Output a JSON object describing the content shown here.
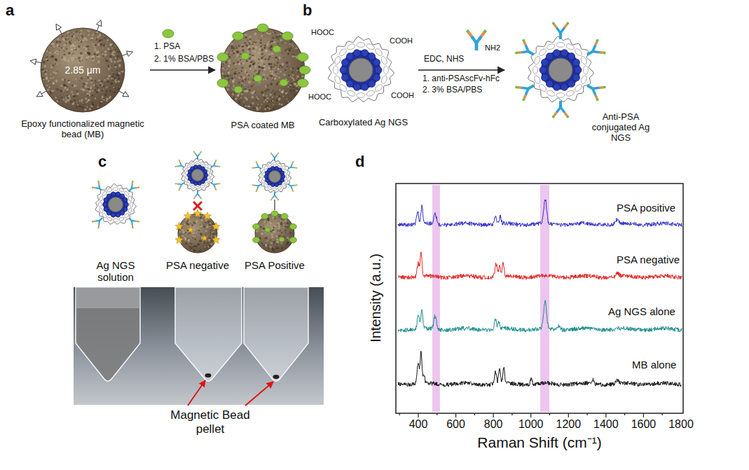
{
  "diagram": {
    "nodes": [
      {
        "text": [
          "2.85 μm",
          "Epoxy functionalized magnetic bead (MB)"
        ]
      },
      {
        "text": [
          "PSA coated MB"
        ]
      },
      {
        "text": [
          "Carboxylated Ag NGS"
        ]
      },
      {
        "text": [
          "Anti-PSA conjugated Ag NGS"
        ]
      }
    ],
    "edges": [
      {
        "from": 0,
        "to": 1,
        "arrow": "to",
        "label": "1. PSA"
      },
      {
        "from": 2,
        "to": 3,
        "arrow": "to",
        "label": "EDC, NHS"
      }
    ],
    "labels": [
      "a",
      "2. 1% BSA/PBS",
      "b",
      "HOOC",
      "COOH",
      "HOOC",
      "COOH",
      "1. anti-PSAscFv-hFc",
      "NH2",
      "2. 3% BSA/PBS",
      "c",
      "Ag NGS solution",
      "PSA negative",
      "PSA Positive",
      "Magnetic Bead pellet",
      "d",
      "PSA positive",
      "PSA negative",
      "Ag NGS alone",
      "MB alone",
      "Intensity (a.u.)",
      "400",
      "600",
      "800",
      "1000",
      "1200",
      "1400",
      "1600",
      "1800",
      "Raman Shift (cm⁻¹)"
    ]
  }
}
